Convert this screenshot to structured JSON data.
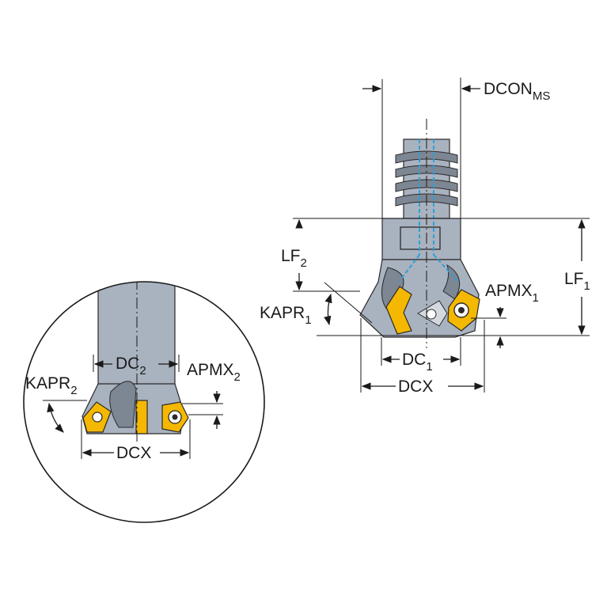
{
  "labels": {
    "dcon": "DCON",
    "dcon_sub": "MS",
    "lf2": "LF",
    "lf2_sub": "2",
    "lf1": "LF",
    "lf1_sub": "1",
    "apmx1": "APMX",
    "apmx1_sub": "1",
    "kapr1": "KAPR",
    "kapr1_sub": "1",
    "dc1": "DC",
    "dc1_sub": "1",
    "dcx_main": "DCX",
    "dc2": "DC",
    "dc2_sub": "2",
    "apmx2": "APMX",
    "apmx2_sub": "2",
    "kapr2": "KAPR",
    "kapr2_sub": "2",
    "dcx_detail": "DCX"
  },
  "colors": {
    "body": "#a9b2bf",
    "insert": "#f5b800",
    "coolant": "#2f9fd8"
  }
}
